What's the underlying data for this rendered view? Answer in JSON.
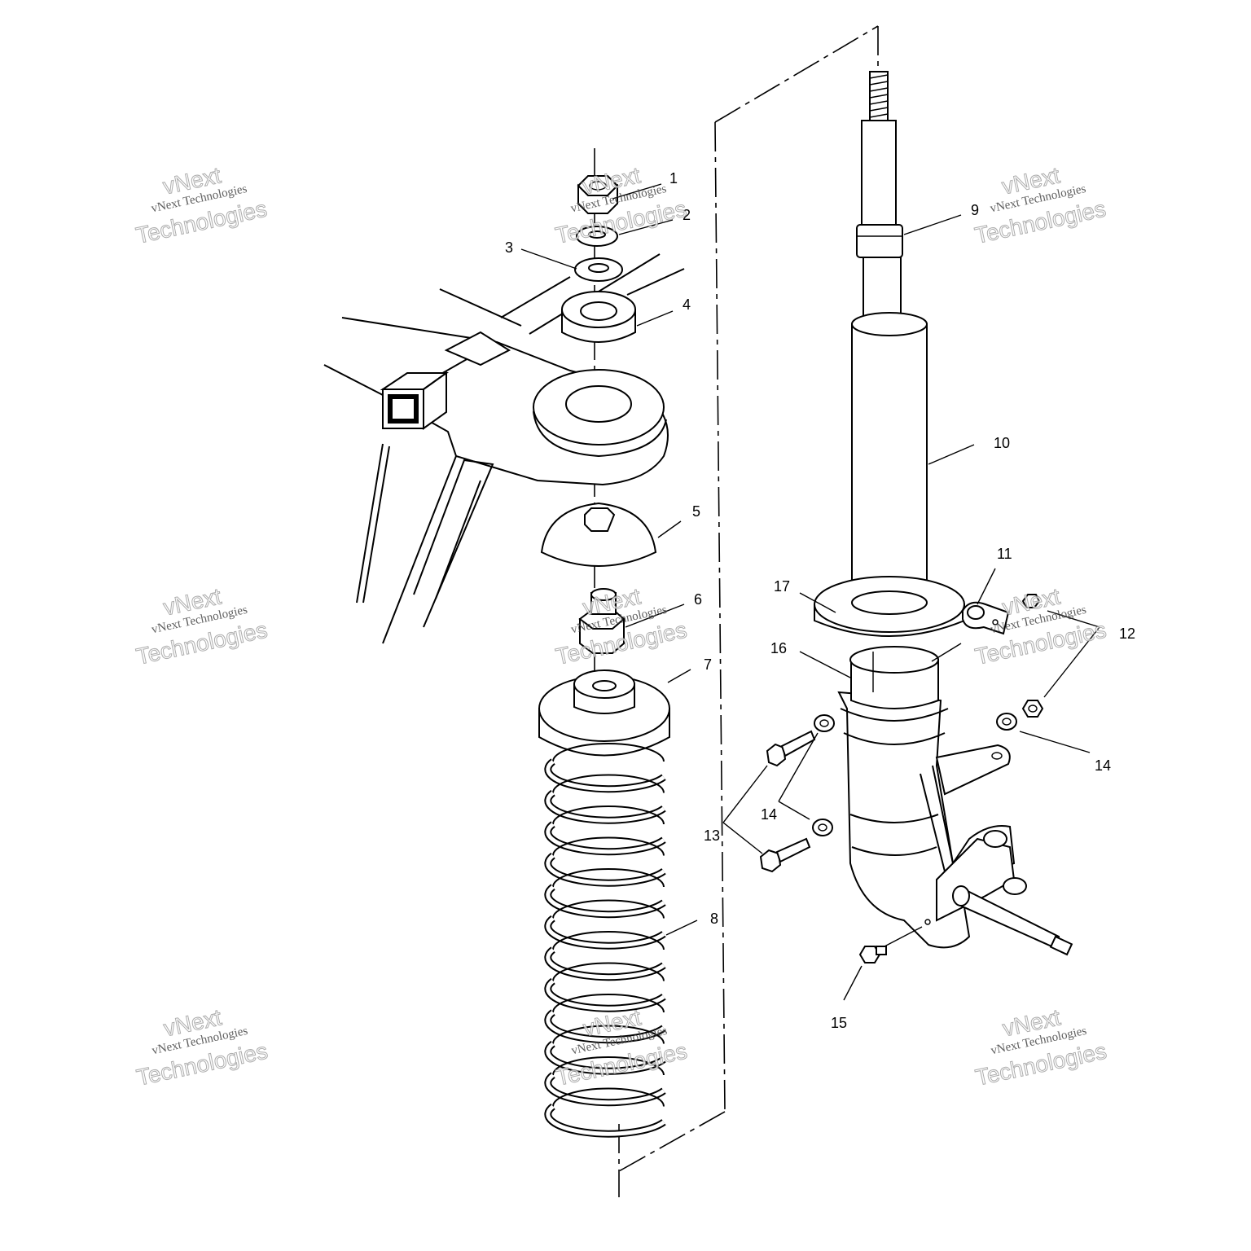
{
  "watermark": {
    "brand": "vNext",
    "company": "vNext Technologies",
    "word": "Technologies"
  },
  "callouts": {
    "c1": "1",
    "c2": "2",
    "c3": "3",
    "c4": "4",
    "c5": "5",
    "c6": "6",
    "c7": "7",
    "c8": "8",
    "c9": "9",
    "c10": "10",
    "c11": "11",
    "c12": "12",
    "c13": "13",
    "c14a": "14",
    "c14b": "14",
    "c15": "15",
    "c16": "16",
    "c17": "17"
  }
}
